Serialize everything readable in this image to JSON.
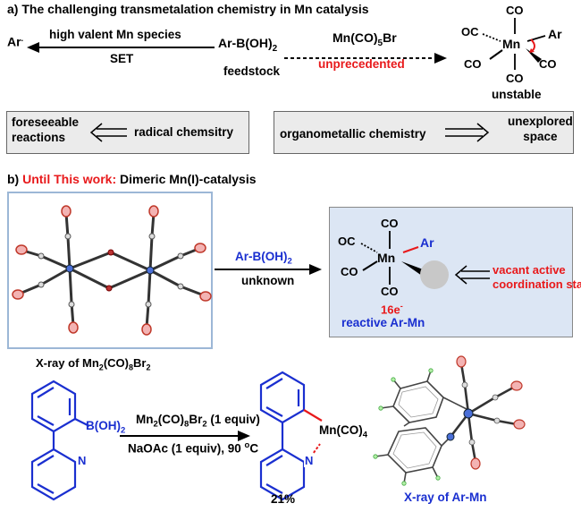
{
  "panel_a": {
    "label": "a)",
    "title": "The challenging transmetalation chemistry in Mn catalysis",
    "ar_radical": "Ar",
    "high_valent": "high valent Mn species",
    "set": "SET",
    "boronic_main": "Ar-B(OH)",
    "boronic_sub": "2",
    "feedstock": "feedstock",
    "reagent_main": "Mn(CO)",
    "reagent_sub": "5",
    "reagent_tail": "Br",
    "unprecedented": "unprecedented",
    "complex": {
      "co": "CO",
      "oc": "OC",
      "mn": "Mn",
      "ar": "Ar"
    },
    "unstable": "unstable",
    "foreseeable_1": "foreseeable",
    "foreseeable_2": "reactions",
    "radical": "radical chemsitry",
    "organometallic": "organometallic chemistry",
    "unexplored_1": "unexplored",
    "unexplored_2": "space"
  },
  "panel_b": {
    "label": "b)",
    "until": "Until This work:",
    "title": "Dimeric Mn(I)-catalysis",
    "xray_pre": "X-ray of Mn",
    "xray_s1": "2",
    "xray_mid": "(CO)",
    "xray_s2": "8",
    "xray_mid2": "Br",
    "xray_s3": "2",
    "reagent_main": "Ar-B(OH)",
    "reagent_sub": "2",
    "unknown": "unknown",
    "complex": {
      "co": "CO",
      "oc": "OC",
      "mn": "Mn",
      "ar": "Ar"
    },
    "sixteen": "16e",
    "sixteen_sup": "-",
    "reactive": "reactive Ar-Mn",
    "vacant_1": "vacant active",
    "vacant_2": "coordination state",
    "substrate_b": "B(OH)",
    "substrate_b_sub": "2",
    "n_label": "N",
    "cond1_main": "Mn",
    "cond1_s1": "2",
    "cond1_mid": "(CO)",
    "cond1_s2": "8",
    "cond1_mid2": "Br",
    "cond1_s3": "2",
    "cond1_tail": "(1 equiv)",
    "cond2_main": "NaOAc (1 equiv), 90 ",
    "cond2_sup": "o",
    "cond2_tail": "C",
    "product_mn": "Mn(CO)",
    "product_sub": "4",
    "yield": "21%",
    "xray_armn": "X-ray of Ar-Mn"
  },
  "colors": {
    "red": "#e8191b",
    "blue": "#1a2fd0",
    "grey_box": "#ebebeb",
    "blue_box": "#dce6f4",
    "frame": "#9cb7d6"
  }
}
